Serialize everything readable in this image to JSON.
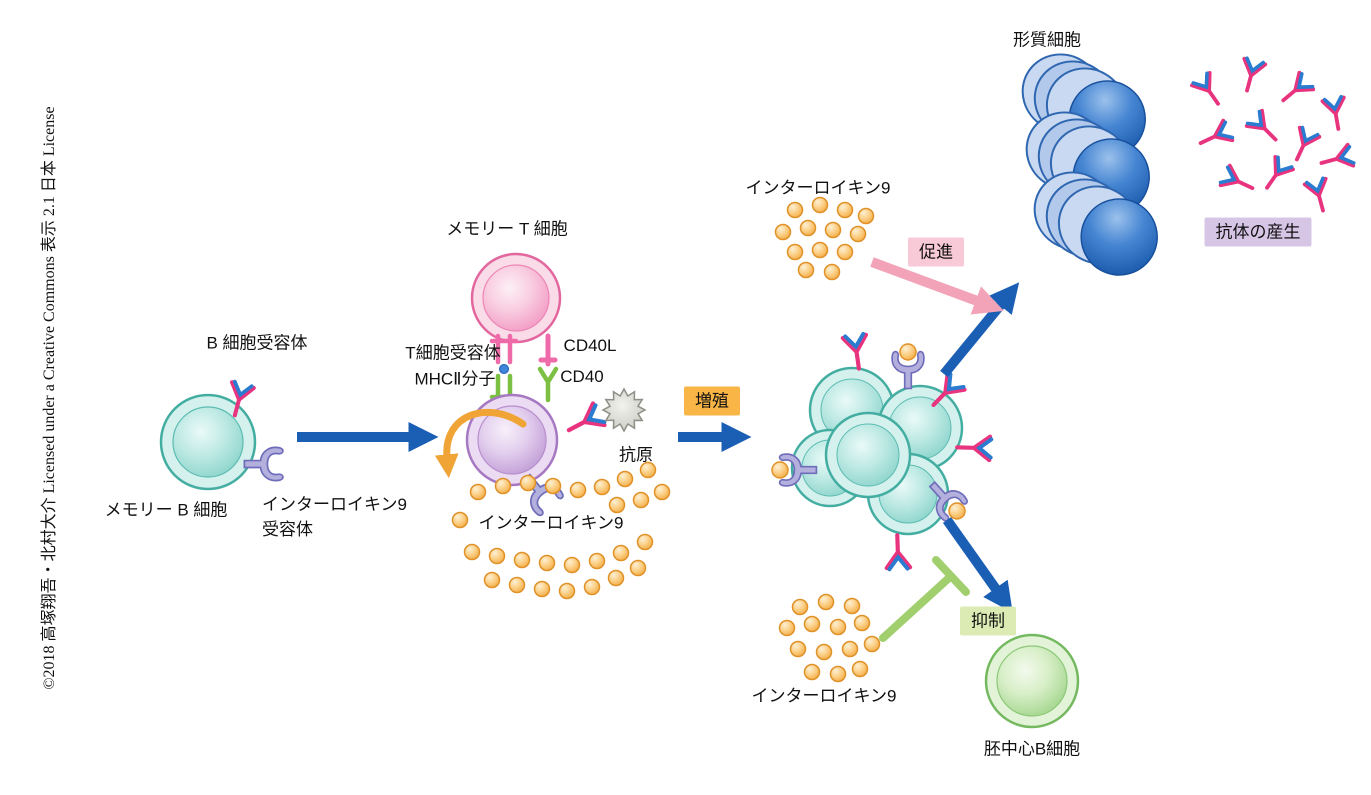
{
  "copyright": "©2018 高塚翔吾・北村大介 Licensed under a Creative Commons 表示 2.1 日本 License",
  "labels": {
    "b_cell_receptor": "B 細胞受容体",
    "memory_b_cell": "メモリー B 細胞",
    "il9_receptor_l1": "インターロイキン9",
    "il9_receptor_l2": "受容体",
    "memory_t_cell": "メモリー T 細胞",
    "t_cell_receptor": "T細胞受容体",
    "mhc2_molecule": "MHCⅡ分子",
    "cd40l": "CD40L",
    "cd40": "CD40",
    "antigen": "抗原",
    "il9_center": "インターロイキン9",
    "il9_top": "インターロイキン9",
    "il9_bottom": "インターロイキン9",
    "plasma_cell": "形質細胞",
    "germinal_center_b_cell": "胚中心B細胞"
  },
  "badges": {
    "proliferation": "増殖",
    "promotion": "促進",
    "inhibition": "抑制",
    "antibody_production": "抗体の産生"
  },
  "icons": {
    "antibody": "antibody-y-icon",
    "il9_molecule": "il9-orange-dot-icon",
    "il9_receptor": "il9-receptor-icon",
    "antigen": "antigen-star-icon"
  },
  "colors": {
    "arrow_blue": "#1b5fb5",
    "arrow_pink": "#f2a3b8",
    "arrow_orange": "#f0a435",
    "inhibitor_green": "#a2cf6e",
    "cell_teal": "#86d2c9",
    "cell_pink": "#f194c1",
    "cell_purple": "#bd97d3",
    "cell_green": "#9cd285",
    "plasma_blue": "#1756a8",
    "il9_orange": "#f3a93e",
    "badge_proliferation_bg": "#f9b646",
    "badge_promotion_bg": "#f8c9d6",
    "badge_inhibition_bg": "#dcebb4",
    "badge_antibody_bg": "#d7c5e6"
  }
}
